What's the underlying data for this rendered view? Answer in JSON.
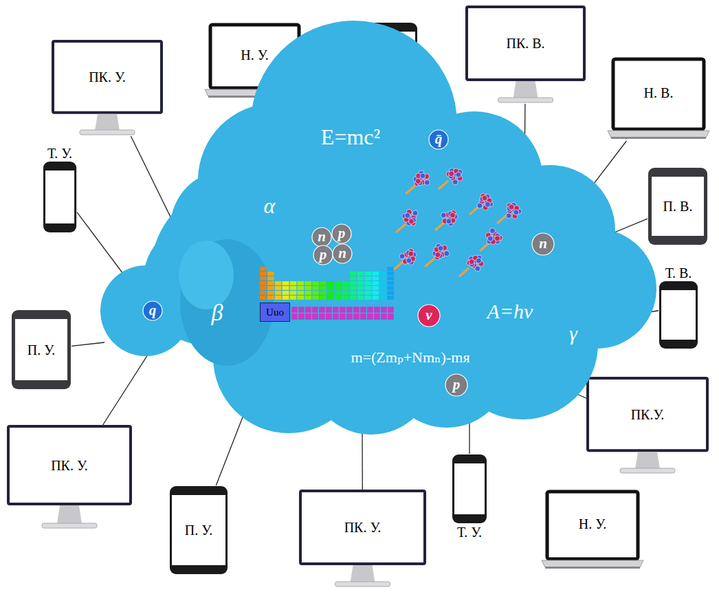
{
  "diagram": {
    "nodes": [
      {
        "text": [
          "ПК. У."
        ]
      },
      {
        "text": [
          "Н. У."
        ]
      },
      {
        "text": [
          "П. У."
        ]
      },
      {
        "text": [
          "ПК. В."
        ]
      },
      {
        "text": [
          "Н. В."
        ]
      },
      {
        "text": [
          "П. В."
        ]
      },
      {
        "text": [
          "Т. В."
        ]
      },
      {
        "text": [
          "ПК.У."
        ]
      },
      {
        "text": [
          "Н. У."
        ]
      },
      {
        "text": [
          "Т. У."
        ]
      },
      {
        "text": [
          "ПК. У."
        ]
      },
      {
        "text": [
          "П. У."
        ]
      },
      {
        "text": [
          "ПК. У."
        ]
      },
      {
        "text": [
          "П. У."
        ]
      },
      {
        "text": [
          "Т. У."
        ]
      },
      {
        "text": [
          "E=mc²",
          "α",
          "β",
          "A=hν",
          "γ",
          "m=(Zmₚ+Nmₙ)-mя"
        ]
      },
      {
        "text": [
          "q̄"
        ],
        "in": 15
      },
      {
        "text": [
          "n"
        ],
        "in": 15
      },
      {
        "text": [
          "p"
        ],
        "in": 15
      },
      {
        "text": [
          "p"
        ],
        "in": 15
      },
      {
        "text": [
          "n"
        ],
        "in": 15
      },
      {
        "text": [
          "n"
        ],
        "in": 15
      },
      {
        "text": [
          "q"
        ],
        "in": 15
      },
      {
        "text": [
          "Uuo"
        ],
        "in": 15
      },
      {
        "text": [
          "ν"
        ],
        "in": 15
      },
      {
        "text": [
          "p"
        ],
        "in": 15
      }
    ],
    "edges": [
      {
        "from": 0,
        "to": 15,
        "arrow": "none"
      },
      {
        "from": 1,
        "to": 15,
        "arrow": "none"
      },
      {
        "from": 2,
        "to": 15,
        "arrow": "none"
      },
      {
        "from": 3,
        "to": 15,
        "arrow": "none"
      },
      {
        "from": 4,
        "to": 15,
        "arrow": "none"
      },
      {
        "from": 5,
        "to": 15,
        "arrow": "none"
      },
      {
        "from": 6,
        "to": 15,
        "arrow": "none"
      },
      {
        "from": 7,
        "to": 15,
        "arrow": "none"
      },
      {
        "from": 9,
        "to": 15,
        "arrow": "none"
      },
      {
        "from": 10,
        "to": 15,
        "arrow": "none"
      },
      {
        "from": 11,
        "to": 15,
        "arrow": "none"
      },
      {
        "from": 12,
        "to": 15,
        "arrow": "none"
      },
      {
        "from": 13,
        "to": 15,
        "arrow": "none"
      },
      {
        "from": 14,
        "to": 15,
        "arrow": "none"
      }
    ]
  }
}
